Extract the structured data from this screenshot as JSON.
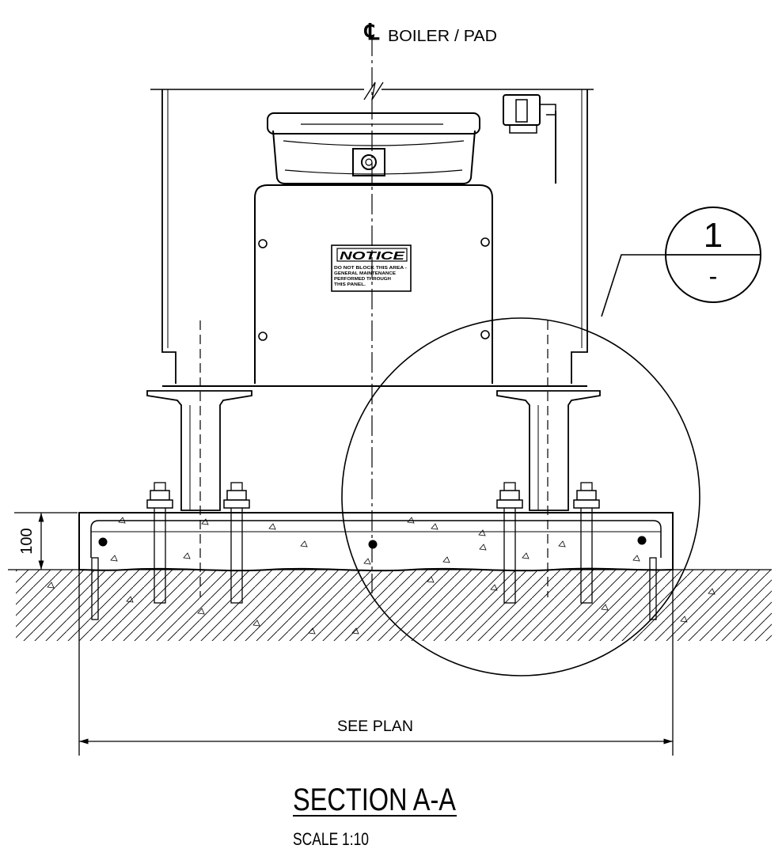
{
  "centerline": {
    "symbol": "℄",
    "label": "BOILER / PAD"
  },
  "notice": {
    "title": "NOTICE",
    "lines": [
      "DO NOT BLOCK THIS AREA -",
      "GENERAL MAINTENANCE",
      "PERFORMED THROUGH",
      "THIS PANEL."
    ]
  },
  "detail_callout": {
    "number": "1",
    "sheet": "-"
  },
  "dimensions": {
    "pad_thickness": "100",
    "pad_width": "SEE PLAN"
  },
  "section": {
    "title": "SECTION A-A",
    "scale": "SCALE 1:10"
  },
  "colors": {
    "line": "#000000",
    "background": "#ffffff"
  }
}
